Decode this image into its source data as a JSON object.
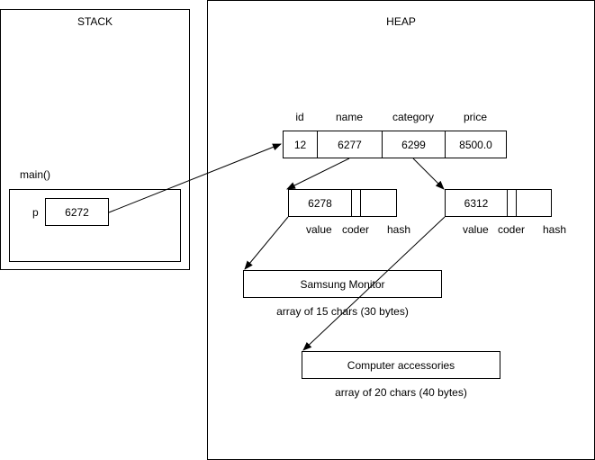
{
  "stack": {
    "title": "STACK",
    "frame_label": "main()",
    "var_name": "p",
    "var_value": "6272"
  },
  "heap": {
    "title": "HEAP",
    "product": {
      "fields": [
        "id",
        "name",
        "category",
        "price"
      ],
      "values": [
        "12",
        "6277",
        "6299",
        "8500.0"
      ]
    },
    "string_name": {
      "value": "6278",
      "fields": [
        "value",
        "coder",
        "hash"
      ]
    },
    "string_category": {
      "value": "6312",
      "fields": [
        "value",
        "coder",
        "hash"
      ]
    },
    "array_name": {
      "text": "Samsung Monitor",
      "caption": "array of 15 chars (30 bytes)"
    },
    "array_category": {
      "text": "Computer accessories",
      "caption": "array of 20 chars (40 bytes)"
    }
  },
  "colors": {
    "line": "#000000",
    "background": "#ffffff"
  }
}
